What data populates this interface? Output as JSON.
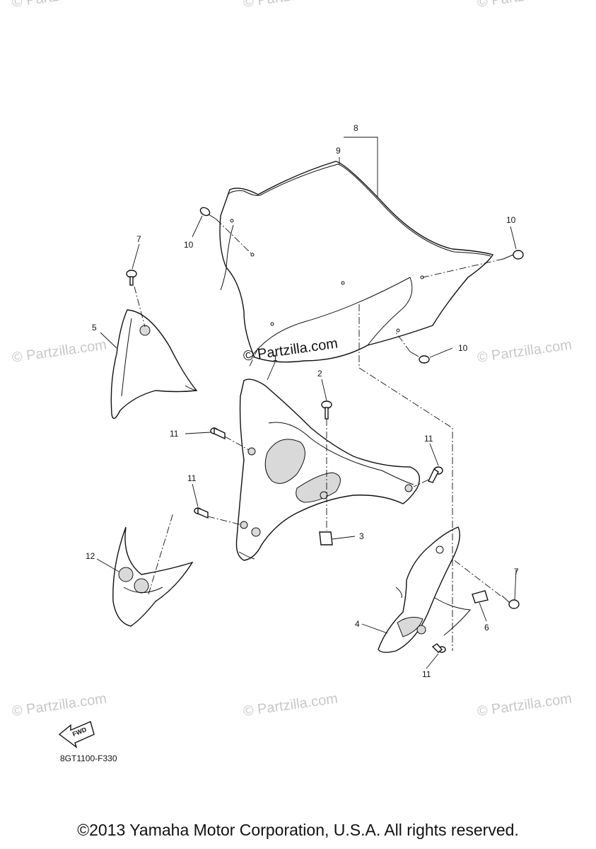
{
  "watermarks": {
    "main": "© Partzilla.com",
    "repeat": "© Partzilla.com"
  },
  "callouts": [
    {
      "id": "c1",
      "number": "1"
    },
    {
      "id": "c2",
      "number": "2"
    },
    {
      "id": "c3",
      "number": "3"
    },
    {
      "id": "c4",
      "number": "4"
    },
    {
      "id": "c5",
      "number": "5"
    },
    {
      "id": "c6",
      "number": "6"
    },
    {
      "id": "c7a",
      "number": "7"
    },
    {
      "id": "c7b",
      "number": "7"
    },
    {
      "id": "c8",
      "number": "8"
    },
    {
      "id": "c9",
      "number": "9"
    },
    {
      "id": "c10a",
      "number": "10"
    },
    {
      "id": "c10b",
      "number": "10"
    },
    {
      "id": "c10c",
      "number": "10"
    },
    {
      "id": "c11a",
      "number": "11"
    },
    {
      "id": "c11b",
      "number": "11"
    },
    {
      "id": "c11c",
      "number": "11"
    },
    {
      "id": "c11d",
      "number": "11"
    },
    {
      "id": "c12",
      "number": "12"
    }
  ],
  "fwd_label": "FWD",
  "diagram_code": "8GT1100-F330",
  "copyright": "©2013 Yamaha Motor Corporation, U.S.A. All rights reserved."
}
